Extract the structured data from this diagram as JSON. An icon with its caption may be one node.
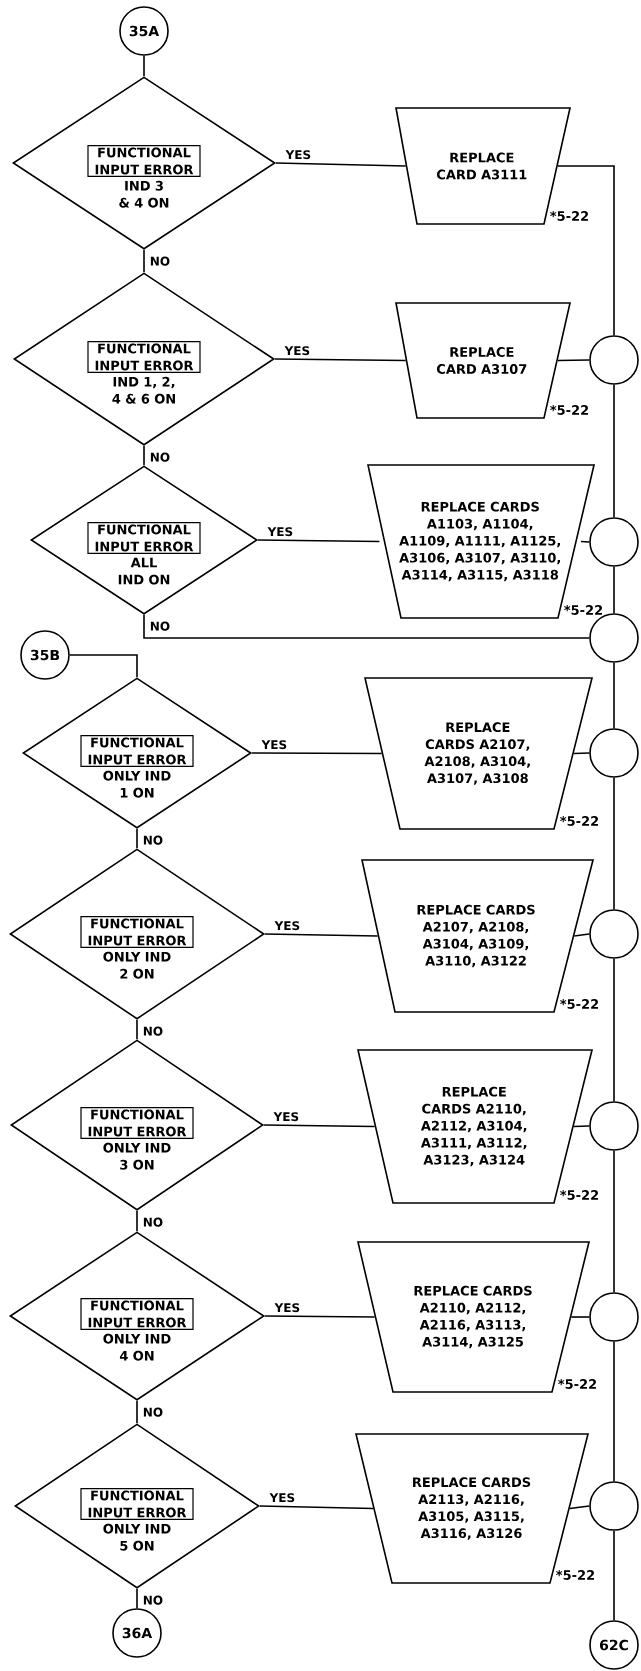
{
  "diagram": {
    "nodes": [
      {
        "text": [
          "35A"
        ]
      },
      {
        "text": [
          "FUNCTIONAL INPUT ERROR",
          "IND 3 & 4 ON"
        ]
      },
      {
        "text": [
          "REPLACE CARD A3111"
        ],
        "beside": [
          "*5-22"
        ]
      },
      {
        "text": [
          "FUNCTIONAL INPUT ERROR",
          "IND 1, 2, 4 & 6 ON"
        ]
      },
      {
        "text": [
          "REPLACE CARD A3107"
        ],
        "beside": [
          "*5-22"
        ]
      },
      {
        "text": [],
        "shape": "circle"
      },
      {
        "text": [
          "FUNCTIONAL INPUT ERROR",
          "ALL IND ON"
        ]
      },
      {
        "text": [
          "REPLACE CARDS A1103, A1104, A1109, A1111, A1125, A3106, A3107, A3110, A3114, A3115, A3118"
        ],
        "beside": [
          "*5-22"
        ]
      },
      {
        "text": [],
        "shape": "circle"
      },
      {
        "text": [],
        "shape": "circle"
      },
      {
        "text": [
          "35B"
        ]
      },
      {
        "text": [
          "FUNCTIONAL INPUT ERROR",
          "ONLY IND 1 ON"
        ]
      },
      {
        "text": [
          "REPLACE CARDS A2107, A2108, A3104, A3107, A3108"
        ],
        "beside": [
          "*5-22"
        ]
      },
      {
        "text": [],
        "shape": "circle"
      },
      {
        "text": [
          "FUNCTIONAL INPUT ERROR",
          "ONLY IND 2 ON"
        ]
      },
      {
        "text": [
          "REPLACE CARDS A2107, A2108, A3104, A3109, A3110, A3122"
        ],
        "beside": [
          "*5-22"
        ]
      },
      {
        "text": [],
        "shape": "circle"
      },
      {
        "text": [
          "FUNCTIONAL INPUT ERROR",
          "ONLY IND 3 ON"
        ]
      },
      {
        "text": [
          "REPLACE CARDS A2110, A2112, A3104, A3111, A3112, A3123, A3124"
        ],
        "beside": [
          "*5-22"
        ]
      },
      {
        "text": [],
        "shape": "circle"
      },
      {
        "text": [
          "FUNCTIONAL INPUT ERROR",
          "ONLY IND 4 ON"
        ]
      },
      {
        "text": [
          "REPLACE CARDS A2110, A2112, A2116, A3113, A3114, A3125"
        ],
        "beside": [
          "*5-22"
        ]
      },
      {
        "text": [],
        "shape": "circle"
      },
      {
        "text": [
          "FUNCTIONAL INPUT ERROR",
          "ONLY IND 5 ON"
        ]
      },
      {
        "text": [
          "REPLACE CARDS A2113, A2116, A3105, A3115, A3116, A3126"
        ],
        "beside": [
          "*5-22"
        ]
      },
      {
        "text": [],
        "shape": "circle"
      },
      {
        "text": [
          "36A"
        ]
      },
      {
        "text": [
          "62C"
        ]
      }
    ],
    "edges": [
      {
        "from": 0,
        "to": 1,
        "arrow": "none"
      },
      {
        "from": 1,
        "to": 2,
        "arrow": "none",
        "label": "YES"
      },
      {
        "from": 1,
        "to": 3,
        "arrow": "none",
        "label": "NO"
      },
      {
        "from": 3,
        "to": 4,
        "arrow": "none",
        "label": "YES"
      },
      {
        "from": 3,
        "to": 6,
        "arrow": "none",
        "label": "NO"
      },
      {
        "from": 6,
        "to": 7,
        "arrow": "none",
        "label": "YES"
      },
      {
        "from": 6,
        "to": 9,
        "arrow": "none",
        "label": "NO"
      },
      {
        "from": 10,
        "to": 11,
        "arrow": "none"
      },
      {
        "from": 11,
        "to": 12,
        "arrow": "none",
        "label": "YES"
      },
      {
        "from": 11,
        "to": 14,
        "arrow": "none",
        "label": "NO"
      },
      {
        "from": 14,
        "to": 15,
        "arrow": "none",
        "label": "YES"
      },
      {
        "from": 14,
        "to": 17,
        "arrow": "none",
        "label": "NO"
      },
      {
        "from": 17,
        "to": 18,
        "arrow": "none",
        "label": "YES"
      },
      {
        "from": 17,
        "to": 20,
        "arrow": "none",
        "label": "NO"
      },
      {
        "from": 20,
        "to": 21,
        "arrow": "none",
        "label": "YES"
      },
      {
        "from": 20,
        "to": 23,
        "arrow": "none",
        "label": "NO"
      },
      {
        "from": 23,
        "to": 24,
        "arrow": "none",
        "label": "YES"
      },
      {
        "from": 23,
        "to": 26,
        "arrow": "none",
        "label": "NO"
      },
      {
        "from": 2,
        "to": 5,
        "arrow": "none"
      },
      {
        "from": 4,
        "to": 5,
        "arrow": "none"
      },
      {
        "from": 7,
        "to": 8,
        "arrow": "none"
      },
      {
        "from": 12,
        "to": 13,
        "arrow": "none"
      },
      {
        "from": 15,
        "to": 16,
        "arrow": "none"
      },
      {
        "from": 18,
        "to": 19,
        "arrow": "none"
      },
      {
        "from": 21,
        "to": 22,
        "arrow": "none"
      },
      {
        "from": 24,
        "to": 25,
        "arrow": "none"
      },
      {
        "from": 5,
        "to": 8,
        "arrow": "none"
      },
      {
        "from": 8,
        "to": 9,
        "arrow": "none"
      },
      {
        "from": 9,
        "to": 13,
        "arrow": "none"
      },
      {
        "from": 13,
        "to": 16,
        "arrow": "none"
      },
      {
        "from": 16,
        "to": 19,
        "arrow": "none"
      },
      {
        "from": 19,
        "to": 22,
        "arrow": "none"
      },
      {
        "from": 22,
        "to": 25,
        "arrow": "none"
      },
      {
        "from": 25,
        "to": 27,
        "arrow": "none"
      }
    ]
  }
}
